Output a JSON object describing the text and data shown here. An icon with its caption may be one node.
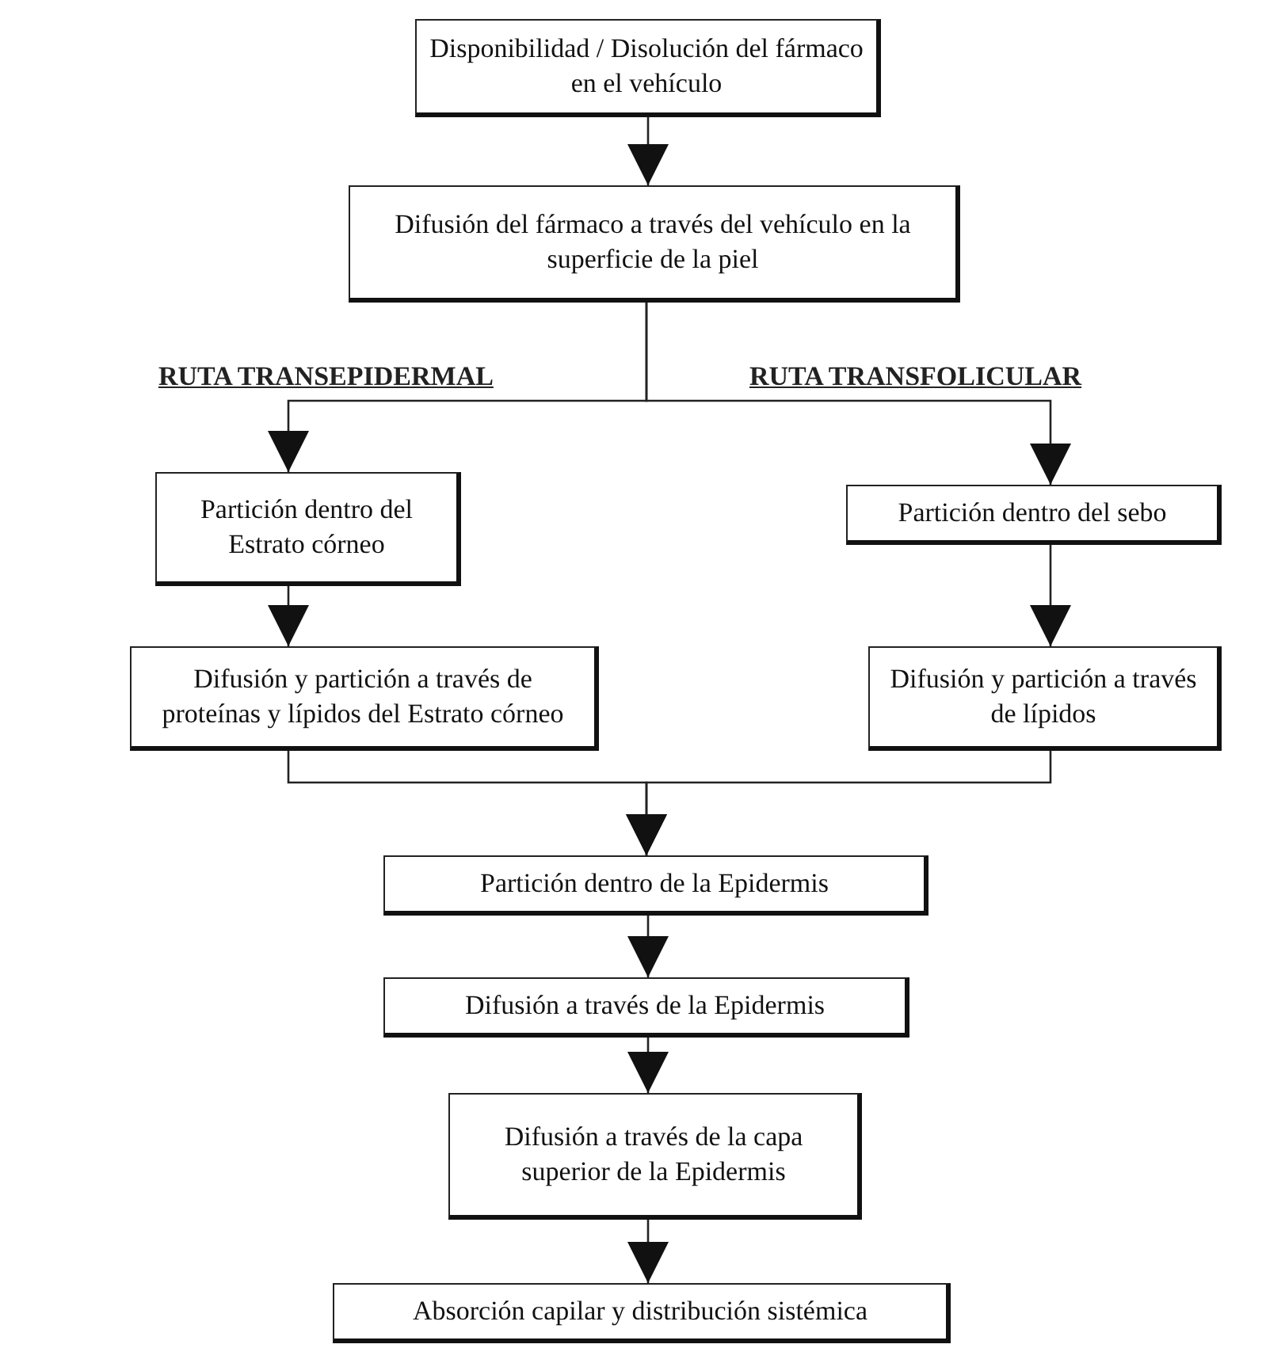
{
  "diagram": {
    "nodes": [
      {
        "text": [
          "Disponibilidad / Disolución del fármaco en el vehículo"
        ]
      },
      {
        "text": [
          "Difusión del fármaco a través del vehículo en la superficie de la piel"
        ]
      },
      {
        "text": [
          "Partición dentro del Estrato córneo"
        ]
      },
      {
        "text": [
          "Difusión y partición a través de proteínas y lípidos del Estrato córneo"
        ]
      },
      {
        "text": [
          "Partición dentro del sebo"
        ]
      },
      {
        "text": [
          "Difusión y partición a través de lípidos"
        ]
      },
      {
        "text": [
          "Partición dentro de la Epidermis"
        ]
      },
      {
        "text": [
          "Difusión a través de la Epidermis"
        ]
      },
      {
        "text": [
          "Difusión a través de la capa superior de la Epidermis"
        ]
      },
      {
        "text": [
          "Absorción capilar y distribución sistémica"
        ]
      }
    ],
    "edges": [
      {
        "from": 0,
        "to": 1,
        "arrow": "to"
      },
      {
        "from": 1,
        "to": 2,
        "arrow": "to"
      },
      {
        "from": 1,
        "to": 4,
        "arrow": "to"
      },
      {
        "from": 2,
        "to": 3,
        "arrow": "to"
      },
      {
        "from": 4,
        "to": 5,
        "arrow": "to"
      },
      {
        "from": 3,
        "to": 6,
        "arrow": "to"
      },
      {
        "from": 5,
        "to": 6,
        "arrow": "to"
      },
      {
        "from": 6,
        "to": 7,
        "arrow": "to"
      },
      {
        "from": 7,
        "to": 8,
        "arrow": "to"
      },
      {
        "from": 8,
        "to": 9,
        "arrow": "to"
      }
    ],
    "labels": [
      "RUTA TRANSEPIDERMAL",
      "RUTA TRANSFOLICULAR"
    ]
  }
}
